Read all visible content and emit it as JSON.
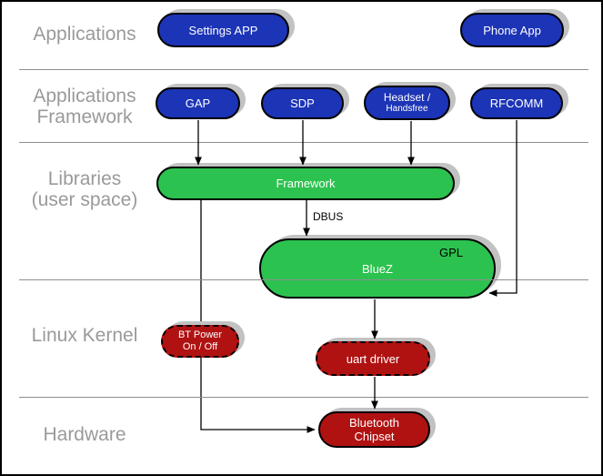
{
  "layers": {
    "applications": {
      "label": "Applications"
    },
    "app_framework": {
      "line1": "Applications",
      "line2": "Framework"
    },
    "libraries": {
      "line1": "Libraries",
      "line2": "(user space)"
    },
    "linux_kernel": {
      "label": "Linux Kernel"
    },
    "hardware": {
      "label": "Hardware"
    }
  },
  "nodes": {
    "settings_app": {
      "label": "Settings APP"
    },
    "phone_app": {
      "label": "Phone App"
    },
    "gap": {
      "label": "GAP"
    },
    "sdp": {
      "label": "SDP"
    },
    "headset": {
      "line1": "Headset /",
      "line2": "Handsfree"
    },
    "rfcomm": {
      "label": "RFCOMM"
    },
    "framework": {
      "label": "Framework"
    },
    "bluez": {
      "label": "BlueZ",
      "tag": "GPL"
    },
    "bt_power": {
      "line1": "BT Power",
      "line2": "On / Off"
    },
    "uart_driver": {
      "label": "uart driver"
    },
    "bluetooth_chipset": {
      "line1": "Bluetooth",
      "line2": "Chipset"
    }
  },
  "edges": {
    "dbus_label": "DBUS"
  },
  "colors": {
    "app_blue": "#1c34b6",
    "lib_green": "#2cc24f",
    "kernel_red": "#b01212",
    "label_gray": "#9a9a9a",
    "divider_gray": "#8f8f8f",
    "shadow_gray": "#c2c2c2"
  }
}
